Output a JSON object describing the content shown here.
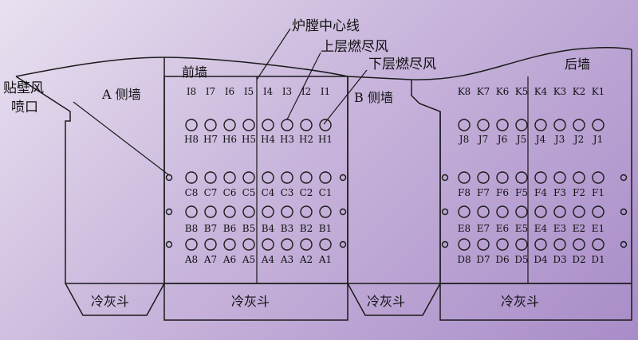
{
  "labels": {
    "furnace_centerline": "炉膛中心线",
    "upper_burnout_air": "上层燃尽风",
    "lower_burnout_air": "下层燃尽风",
    "wall_air_nozzle_line1": "贴壁风",
    "wall_air_nozzle_line2": "喷口",
    "front_wall": "前墙",
    "rear_wall": "后墙",
    "side_wall_a": "A 侧墙",
    "side_wall_b": "B 侧墙",
    "cold_ash_hopper": "冷灰斗"
  },
  "front_wall": {
    "upper_top_labels": [
      "I8",
      "I7",
      "I6",
      "I5",
      "I4",
      "I3",
      "I2",
      "I1"
    ],
    "upper_bottom_labels": [
      "H8",
      "H7",
      "H6",
      "H5",
      "H4",
      "H3",
      "H2",
      "H1"
    ],
    "row_c_labels": [
      "C8",
      "C7",
      "C6",
      "C5",
      "C4",
      "C3",
      "C2",
      "C1"
    ],
    "row_b_labels": [
      "B8",
      "B7",
      "B6",
      "B5",
      "B4",
      "B3",
      "B2",
      "B1"
    ],
    "row_a_labels": [
      "A8",
      "A7",
      "A6",
      "A5",
      "A4",
      "A3",
      "A2",
      "A1"
    ]
  },
  "rear_wall": {
    "upper_top_labels": [
      "K8",
      "K7",
      "K6",
      "K5",
      "K4",
      "K3",
      "K2",
      "K1"
    ],
    "upper_bottom_labels": [
      "J8",
      "J7",
      "J6",
      "J5",
      "J4",
      "J3",
      "J2",
      "J1"
    ],
    "row_f_labels": [
      "F8",
      "F7",
      "F6",
      "F5",
      "F4",
      "F3",
      "F2",
      "F1"
    ],
    "row_e_labels": [
      "E8",
      "E7",
      "E6",
      "E5",
      "E4",
      "E3",
      "E2",
      "E1"
    ],
    "row_d_labels": [
      "D8",
      "D7",
      "D6",
      "D5",
      "D4",
      "D3",
      "D2",
      "D1"
    ]
  },
  "colors": {
    "line": "#1a1a1a",
    "bg_light": "#e9e1f0",
    "bg_dark": "#a88cc8"
  }
}
